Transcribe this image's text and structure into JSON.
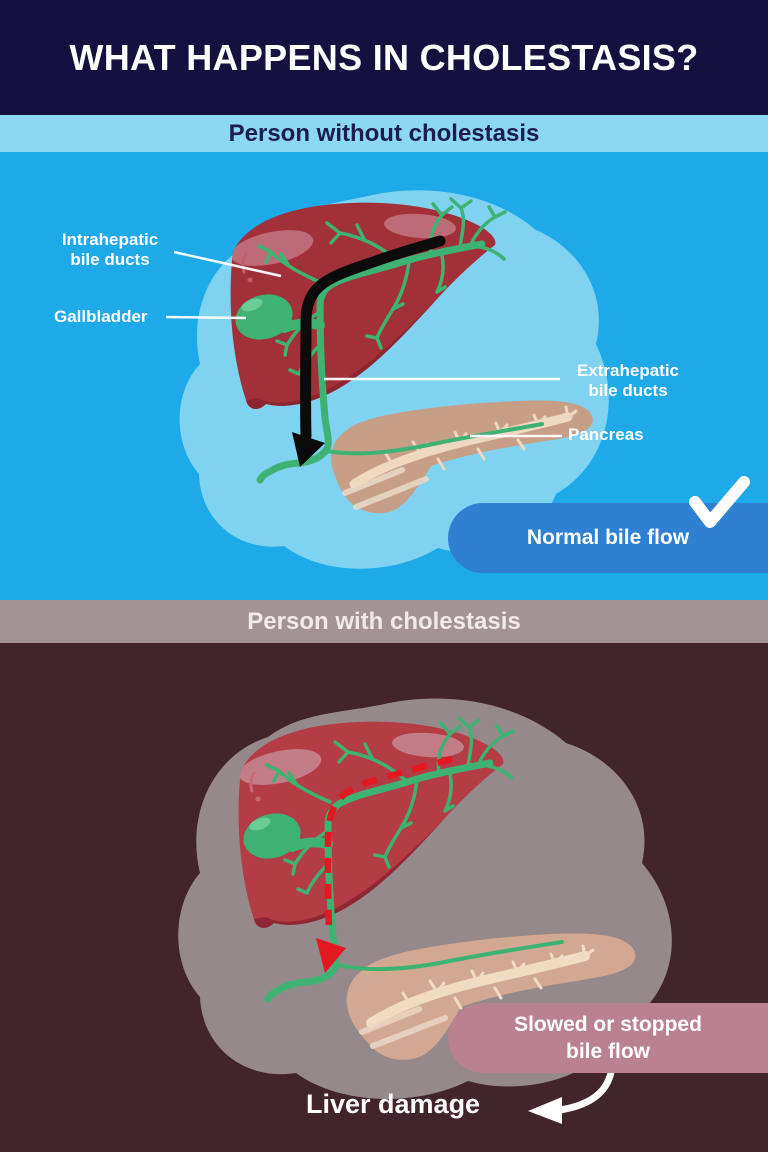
{
  "header": {
    "title": "WHAT HAPPENS IN CHOLESTASIS?"
  },
  "normal_section": {
    "banner": "Person without cholestasis",
    "labels": {
      "intrahepatic": "Intrahepatic\nbile ducts",
      "gallbladder": "Gallbladder",
      "extrahepatic": "Extrahepatic\nbile ducts",
      "pancreas": "Pancreas"
    },
    "badge": "Normal bile flow"
  },
  "cholestasis_section": {
    "banner": "Person with cholestasis",
    "badge": "Slowed or stopped\nbile flow",
    "caption": "Liver damage"
  },
  "icons": {
    "checkmark": "checkmark-icon",
    "curved_arrow": "curved-arrow-icon"
  },
  "colors": {
    "header_bg": "#141140",
    "banner_normal_bg": "#8cd8f3",
    "banner_normal_text": "#1c1c4e",
    "section_normal_bg": "#1ea9e9",
    "blob_normal": "#7fd2f0",
    "banner_cholestasis_bg": "#a39396",
    "banner_cholestasis_text": "#f2eaea",
    "section_cholestasis_bg": "#42242b",
    "blob_cholestasis": "#95898c",
    "badge_normal_bg": "#2f80d2",
    "badge_cholestasis_bg": "#ba8290",
    "liver_red_normal": "#a23039",
    "liver_red_cholestasis": "#b33c45",
    "liver_dark": "#8c2530",
    "liver_highlight": "#bd6b79",
    "duct_green": "#3eb273",
    "pancreas_tan": "#c79e86",
    "pancreas_tan_cholestasis": "#d2a892",
    "pancreas_cream": "#eed9c0",
    "bile_flow_black": "#0b0b0b",
    "blocked_flow_red": "#e41820",
    "label_text": "#ffffff"
  }
}
